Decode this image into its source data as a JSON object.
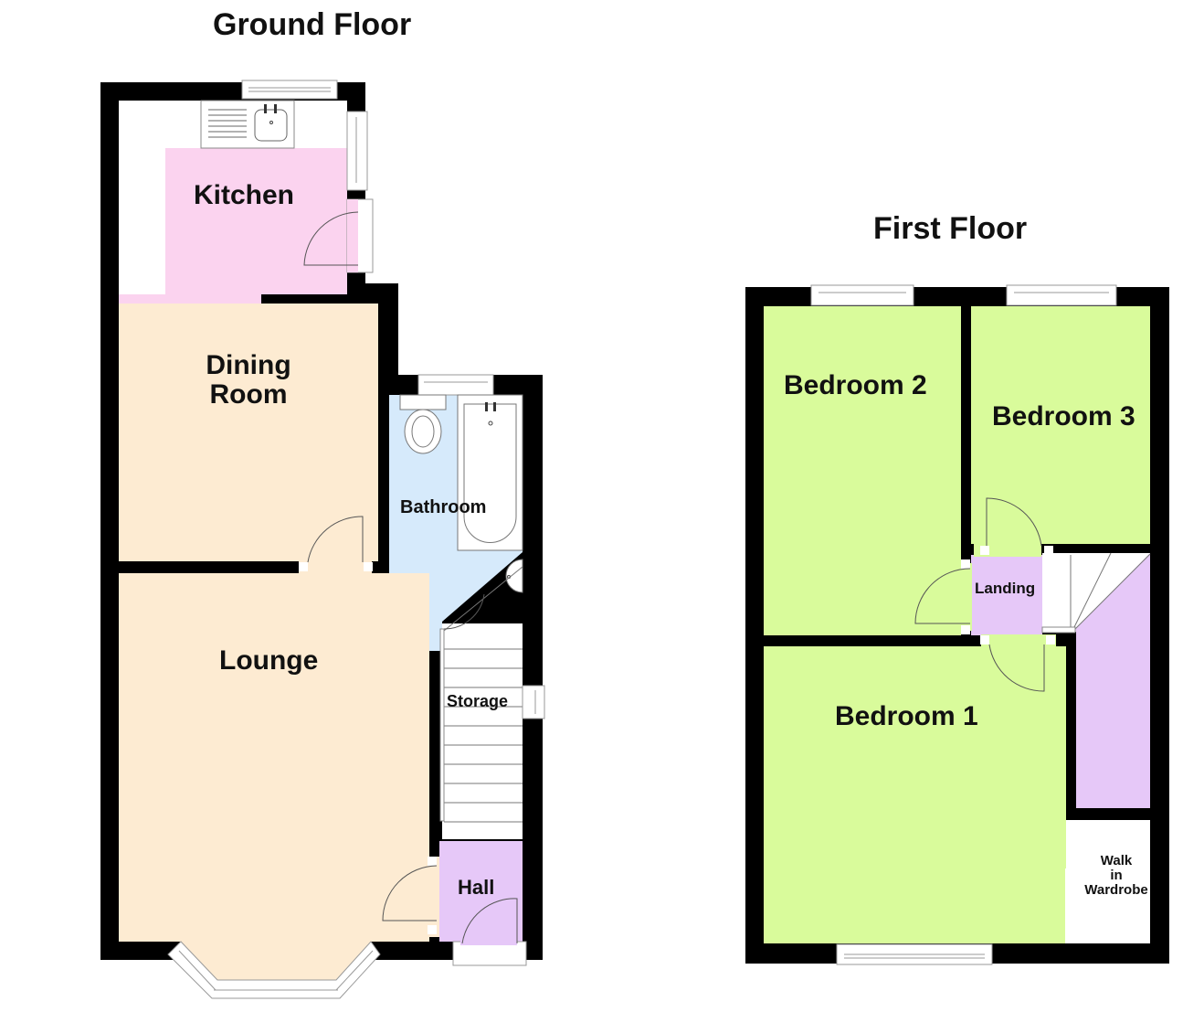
{
  "colors": {
    "wall": "#000000",
    "kitchen": "#fbd3ef",
    "dining": "#fdebd2",
    "lounge": "#fdebd2",
    "bathroom": "#d6eafb",
    "hall": "#e6c8f8",
    "bedroom": "#d9fb9b",
    "landing": "#e6c8f8",
    "fixture": "#ffffff"
  },
  "ground_floor": {
    "title": "Ground Floor",
    "rooms": {
      "kitchen": "Kitchen",
      "dining_line1": "Dining",
      "dining_line2": "Room",
      "lounge": "Lounge",
      "bathroom": "Bathroom",
      "storage": "Storage",
      "hall": "Hall"
    }
  },
  "first_floor": {
    "title": "First Floor",
    "rooms": {
      "bedroom1": "Bedroom 1",
      "bedroom2": "Bedroom 2",
      "bedroom3": "Bedroom 3",
      "landing": "Landing",
      "wardrobe_line1": "Walk",
      "wardrobe_line2": "in",
      "wardrobe_line3": "Wardrobe"
    }
  }
}
